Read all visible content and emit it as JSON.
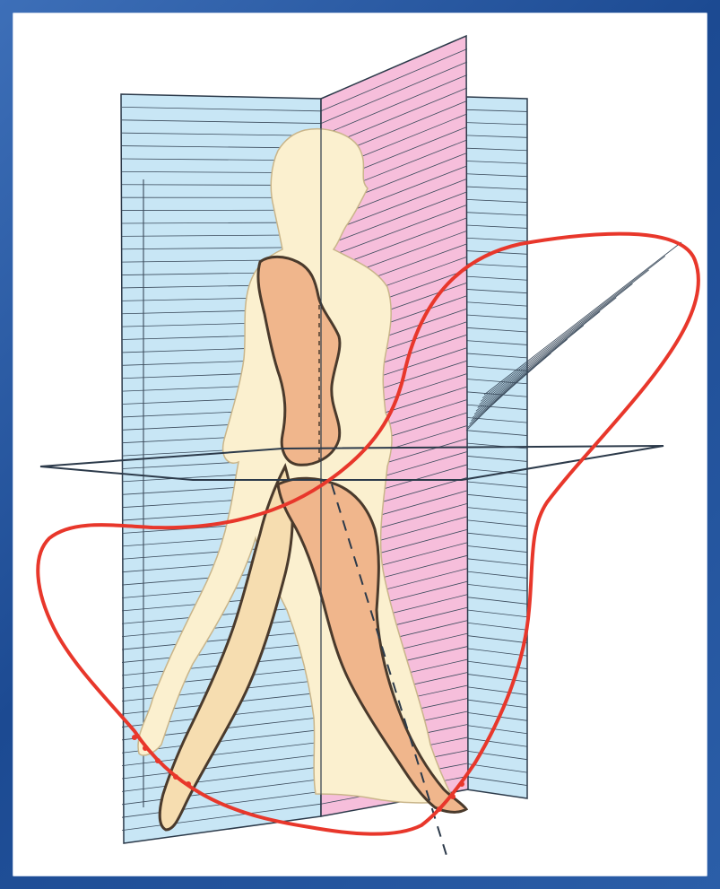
{
  "colors": {
    "frame": "#1e4f96",
    "background": "#ffffff",
    "frontal_plane": "#c8e6f5",
    "sagittal_plane": "#f6bedb",
    "plane_line": "#2c3a4a",
    "body_far": "#fbf0cf",
    "body_mid": "#f6ddb0",
    "body_near": "#f0b68c",
    "outline": "#4a3a2c",
    "trajectory": "#e8372b"
  },
  "diagram": {
    "planes": [
      "frontal-plane",
      "sagittal-plane",
      "transverse-plane"
    ],
    "subject": "walking-human-figure",
    "curve": "motion-trajectory-loop"
  }
}
